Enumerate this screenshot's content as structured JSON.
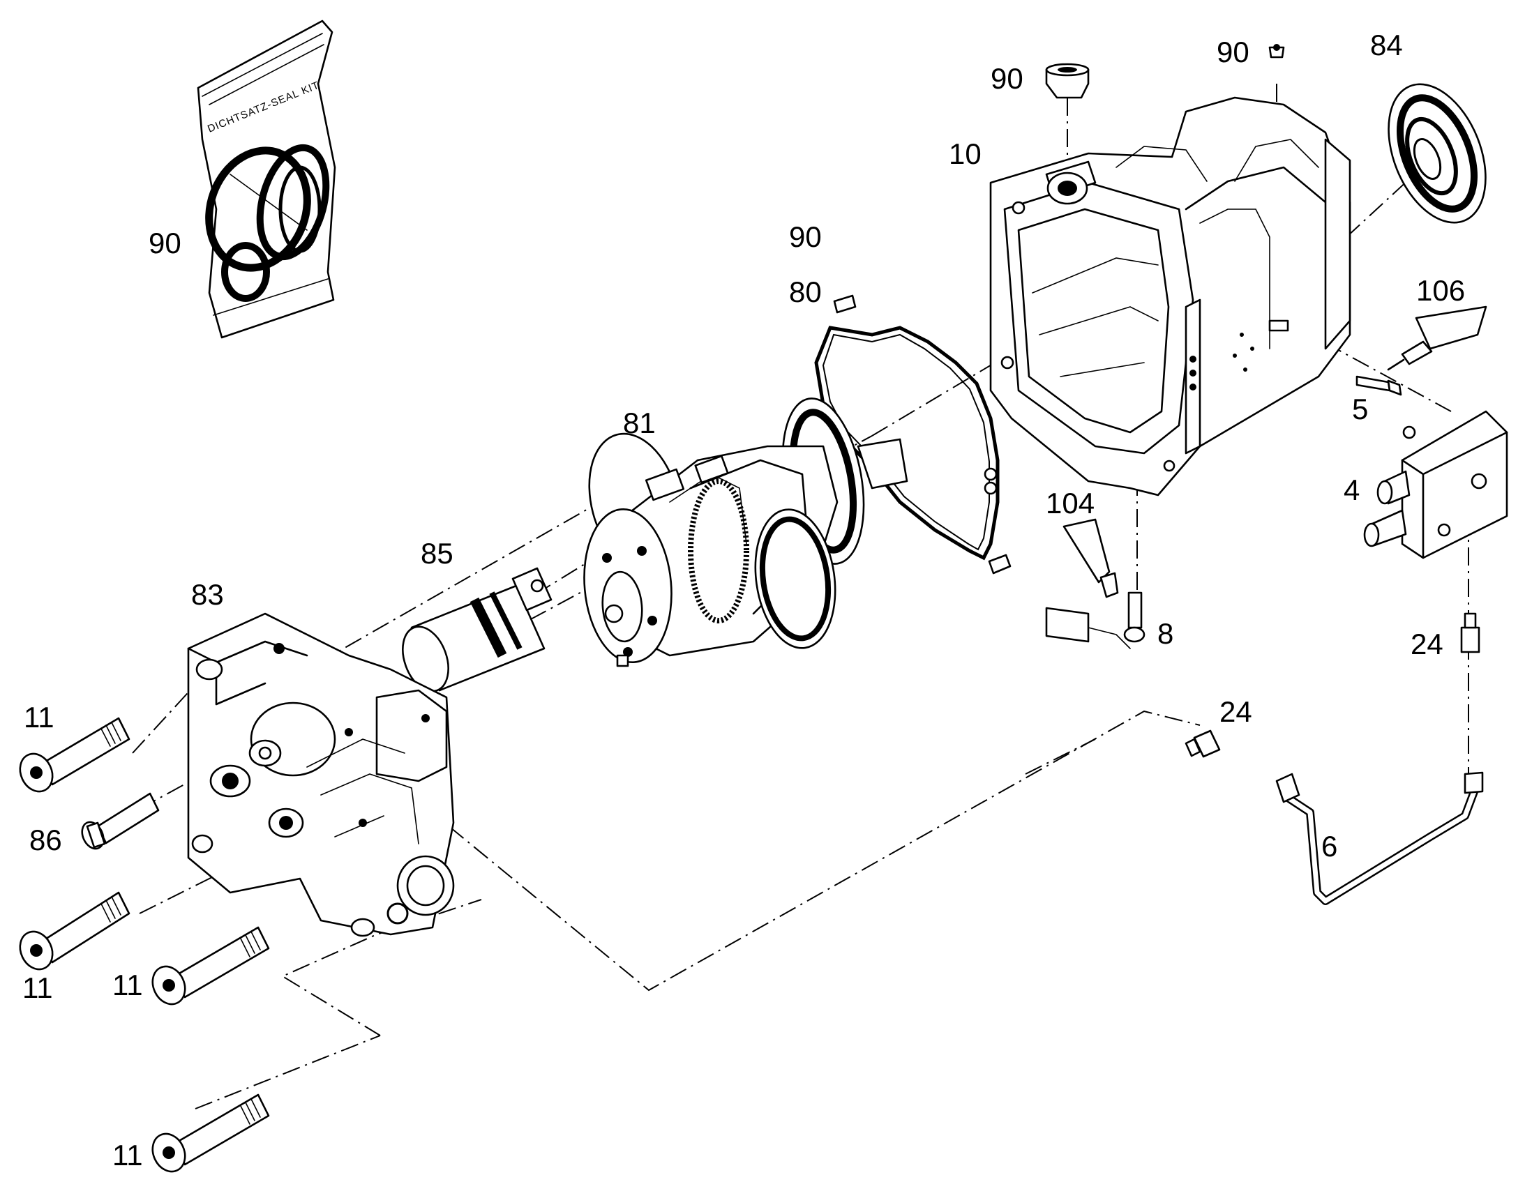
{
  "callouts": {
    "c90_bag": "90",
    "c90_mid": "90",
    "c80": "80",
    "c90_plug": "90",
    "c90_screw": "90",
    "c84": "84",
    "c10": "10",
    "c106": "106",
    "c5": "5",
    "c4": "4",
    "c81": "81",
    "c104": "104",
    "c8": "8",
    "c85": "85",
    "c83": "83",
    "c24_right": "24",
    "c24_mid": "24",
    "c6": "6",
    "c11_a": "11",
    "c86": "86",
    "c11_b": "11",
    "c11_c": "11",
    "c11_d": "11"
  },
  "seal_kit": {
    "label": "DICHTSATZ-SEAL KIT"
  }
}
